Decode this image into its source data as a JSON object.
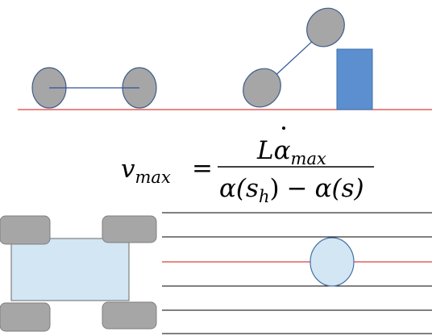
{
  "equation": {
    "lhs": {
      "base": "v",
      "sub": "max"
    },
    "equals": "=",
    "numerator": {
      "prefix": "L",
      "base": "α",
      "sub": "max"
    },
    "denominator": {
      "part1": "α(s",
      "part1_sub": "h",
      "part1_close": ")",
      "minus": "−",
      "part2": "α(s)"
    }
  },
  "colors": {
    "wheel_fill": "#A6A6A6",
    "wheel_stroke": "#3E5C8A",
    "link_line": "#2F5597",
    "ground_line": "#E03C3C",
    "obstacle_fill": "#5B8FD0",
    "obstacle_stroke": "#3E6FA8",
    "chassis_fill": "#D2E6F3",
    "chassis_stroke": "#7F7F7F",
    "lane_line": "#000000",
    "center_line": "#D9403B",
    "ball_fill": "#D2E6F3",
    "ball_stroke": "#4A6FA5"
  }
}
